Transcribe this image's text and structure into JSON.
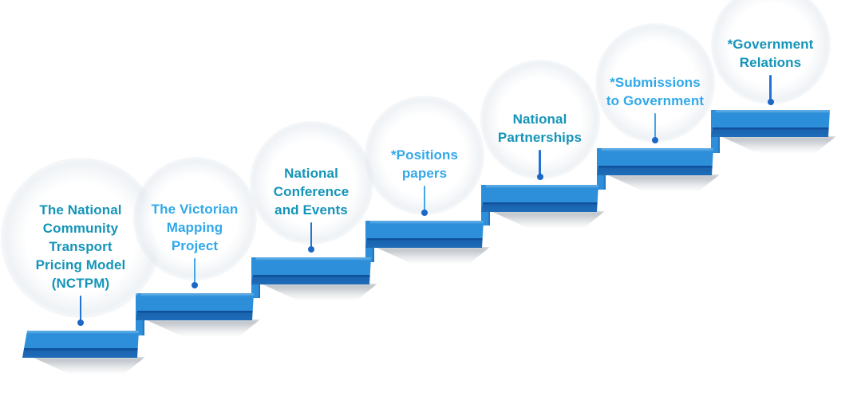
{
  "diagram": {
    "kind": "staircase-infographic",
    "background": "#FFFFFF"
  },
  "colors": {
    "step_face": "#2D8FD9",
    "step_face_highlight": "#58A8E3",
    "step_band_top_line": "#0F4E9A",
    "step_band": "#1A63AF",
    "step_band_light": "#1E6CB8",
    "riser_edge": "#2368B4",
    "shadow": "#5C6876",
    "teal_label": "#1494B8",
    "blue_label": "#31A8EA",
    "connector_teal": "#2173D5",
    "connector_blue": "#45A5E8",
    "dot": "#1C67C6"
  },
  "steps": [
    {
      "lines": [
        "The National",
        "Community",
        "Transport",
        "Pricing Model",
        "(NCTPM)"
      ],
      "color": "teal"
    },
    {
      "lines": [
        "The Victorian",
        "Mapping",
        "Project"
      ],
      "color": "blue"
    },
    {
      "lines": [
        "National",
        "Conference",
        "and Events"
      ],
      "color": "teal"
    },
    {
      "lines": [
        "*Positions",
        "papers"
      ],
      "color": "blue"
    },
    {
      "lines": [
        "National",
        "Partnerships"
      ],
      "color": "teal"
    },
    {
      "lines": [
        "*Submissions",
        "to Government"
      ],
      "color": "blue"
    },
    {
      "lines": [
        "*Government",
        "Relations"
      ],
      "color": "teal"
    }
  ]
}
